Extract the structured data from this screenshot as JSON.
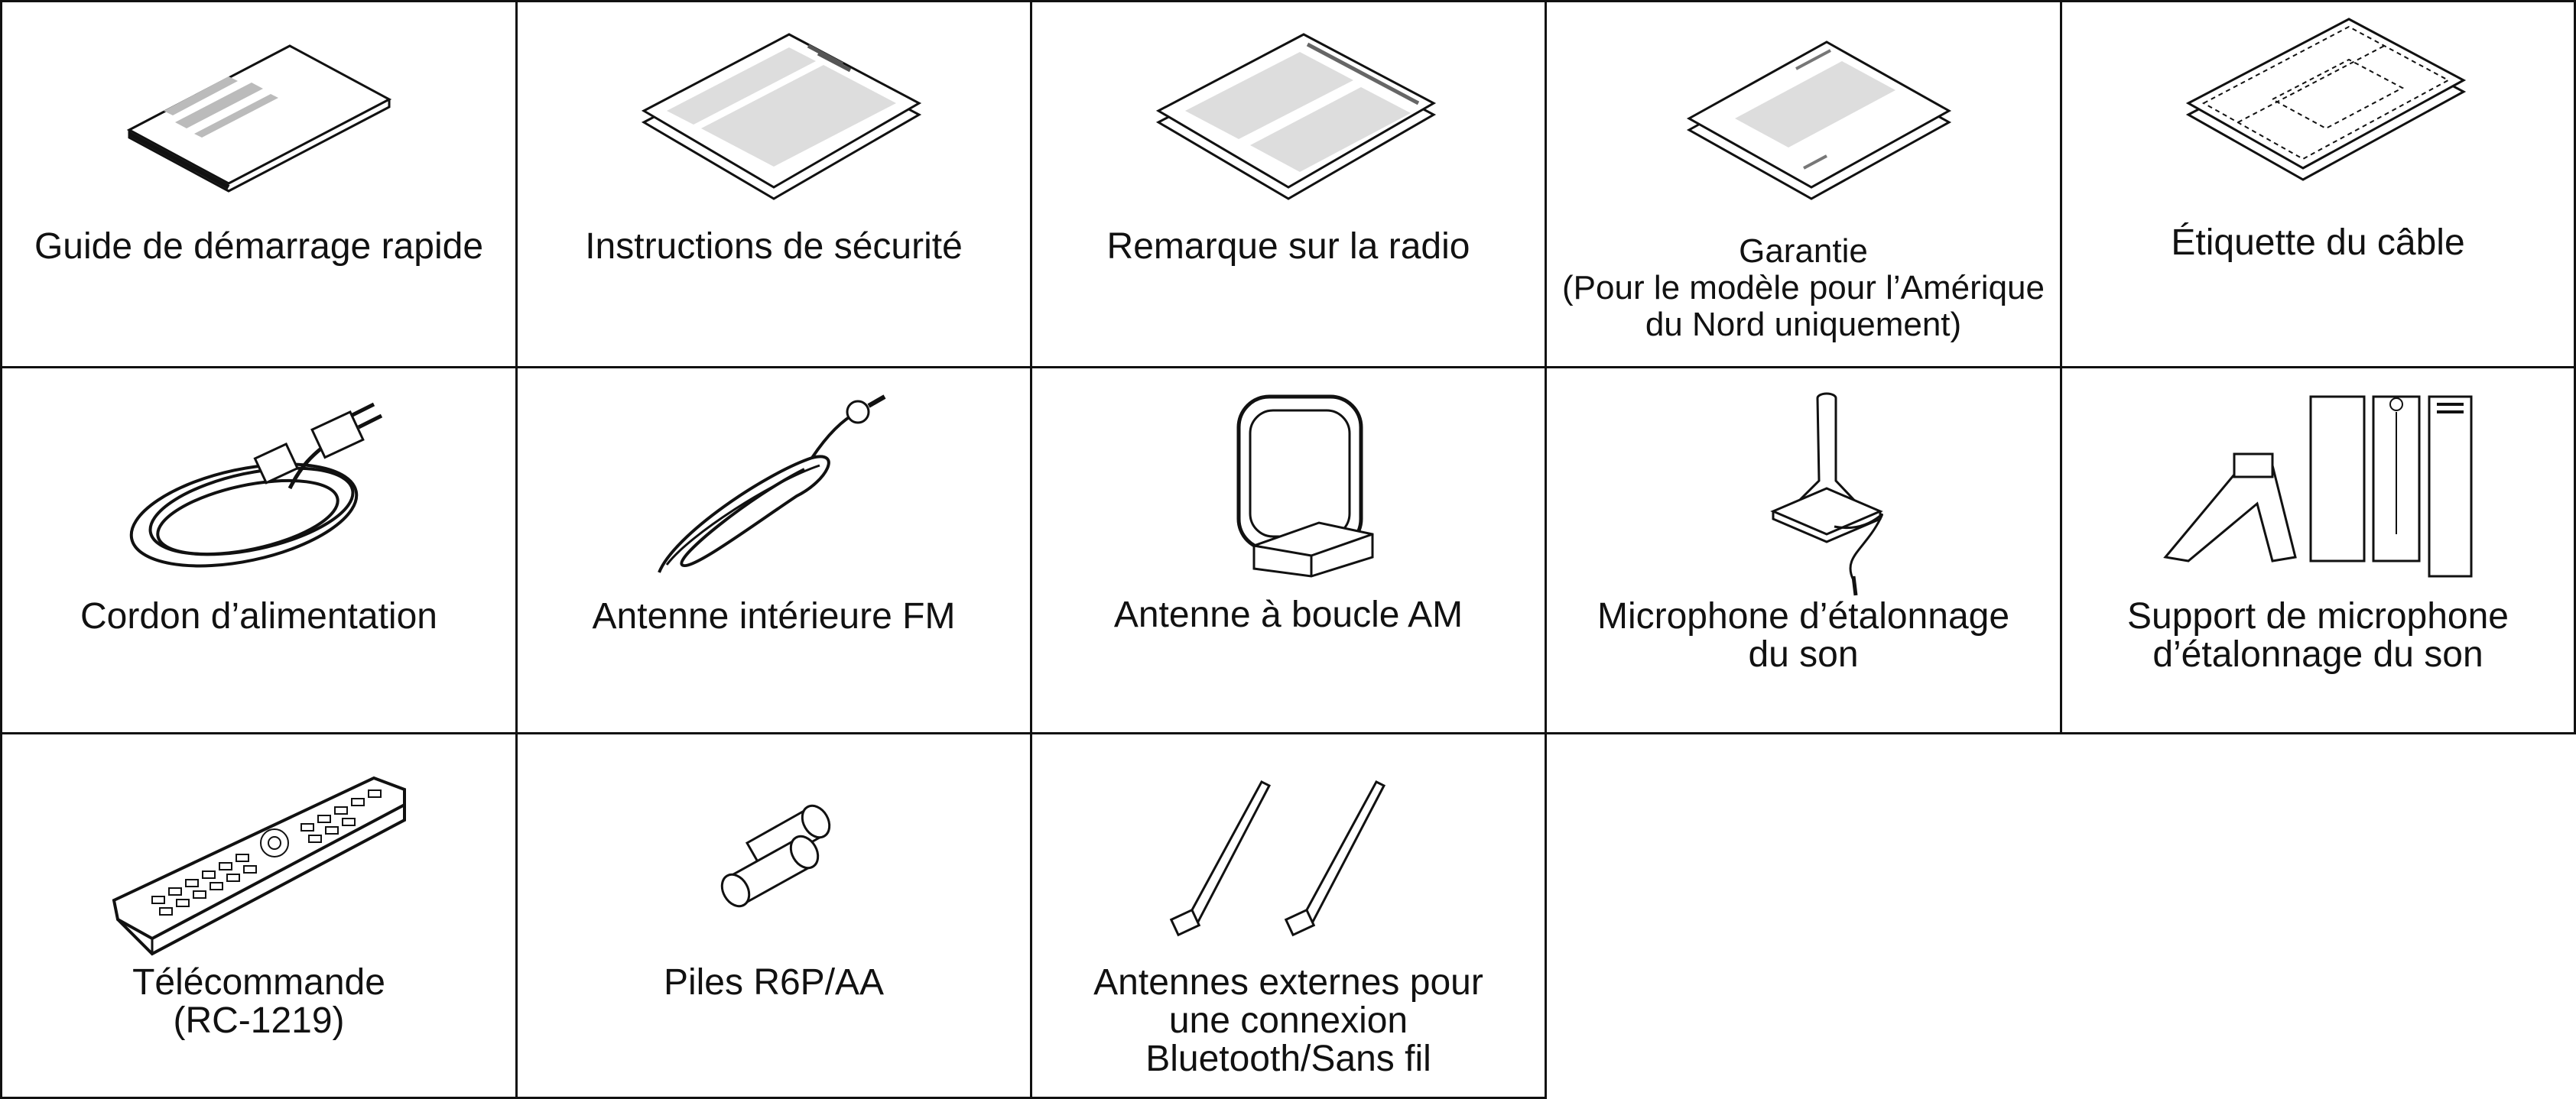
{
  "accessories": [
    {
      "id": "quick-start-guide",
      "label": "Guide de démarrage rapide",
      "icon": "booklet-icon"
    },
    {
      "id": "safety-instructions",
      "label": "Instructions de sécurité",
      "icon": "leaflet-icon"
    },
    {
      "id": "radio-note",
      "label": "Remarque sur la radio",
      "icon": "leaflet-icon"
    },
    {
      "id": "warranty",
      "label": "Garantie\n(Pour le modèle pour l’Amérique\ndu Nord uniquement)",
      "icon": "leaflet-icon"
    },
    {
      "id": "cable-label",
      "label": "Étiquette du câble",
      "icon": "label-sheet-icon"
    },
    {
      "id": "power-cord",
      "label": "Cordon d’alimentation",
      "icon": "power-cord-icon"
    },
    {
      "id": "fm-antenna",
      "label": "Antenne intérieure FM",
      "icon": "fm-antenna-icon"
    },
    {
      "id": "am-loop-antenna",
      "label": "Antenne à boucle AM",
      "icon": "am-loop-antenna-icon"
    },
    {
      "id": "setup-microphone",
      "label": "Microphone d’étalonnage\ndu son",
      "icon": "microphone-icon"
    },
    {
      "id": "microphone-stand",
      "label": "Support de microphone\nd’étalonnage du son",
      "icon": "microphone-stand-icon"
    },
    {
      "id": "remote-control",
      "label": "Télécommande\n(RC-1219)",
      "icon": "remote-control-icon"
    },
    {
      "id": "batteries",
      "label": "Piles R6P/AA",
      "icon": "batteries-icon"
    },
    {
      "id": "external-antennas",
      "label": "Antennes externes pour\nune connexion\nBluetooth/Sans fil",
      "icon": "external-antennas-icon"
    }
  ]
}
